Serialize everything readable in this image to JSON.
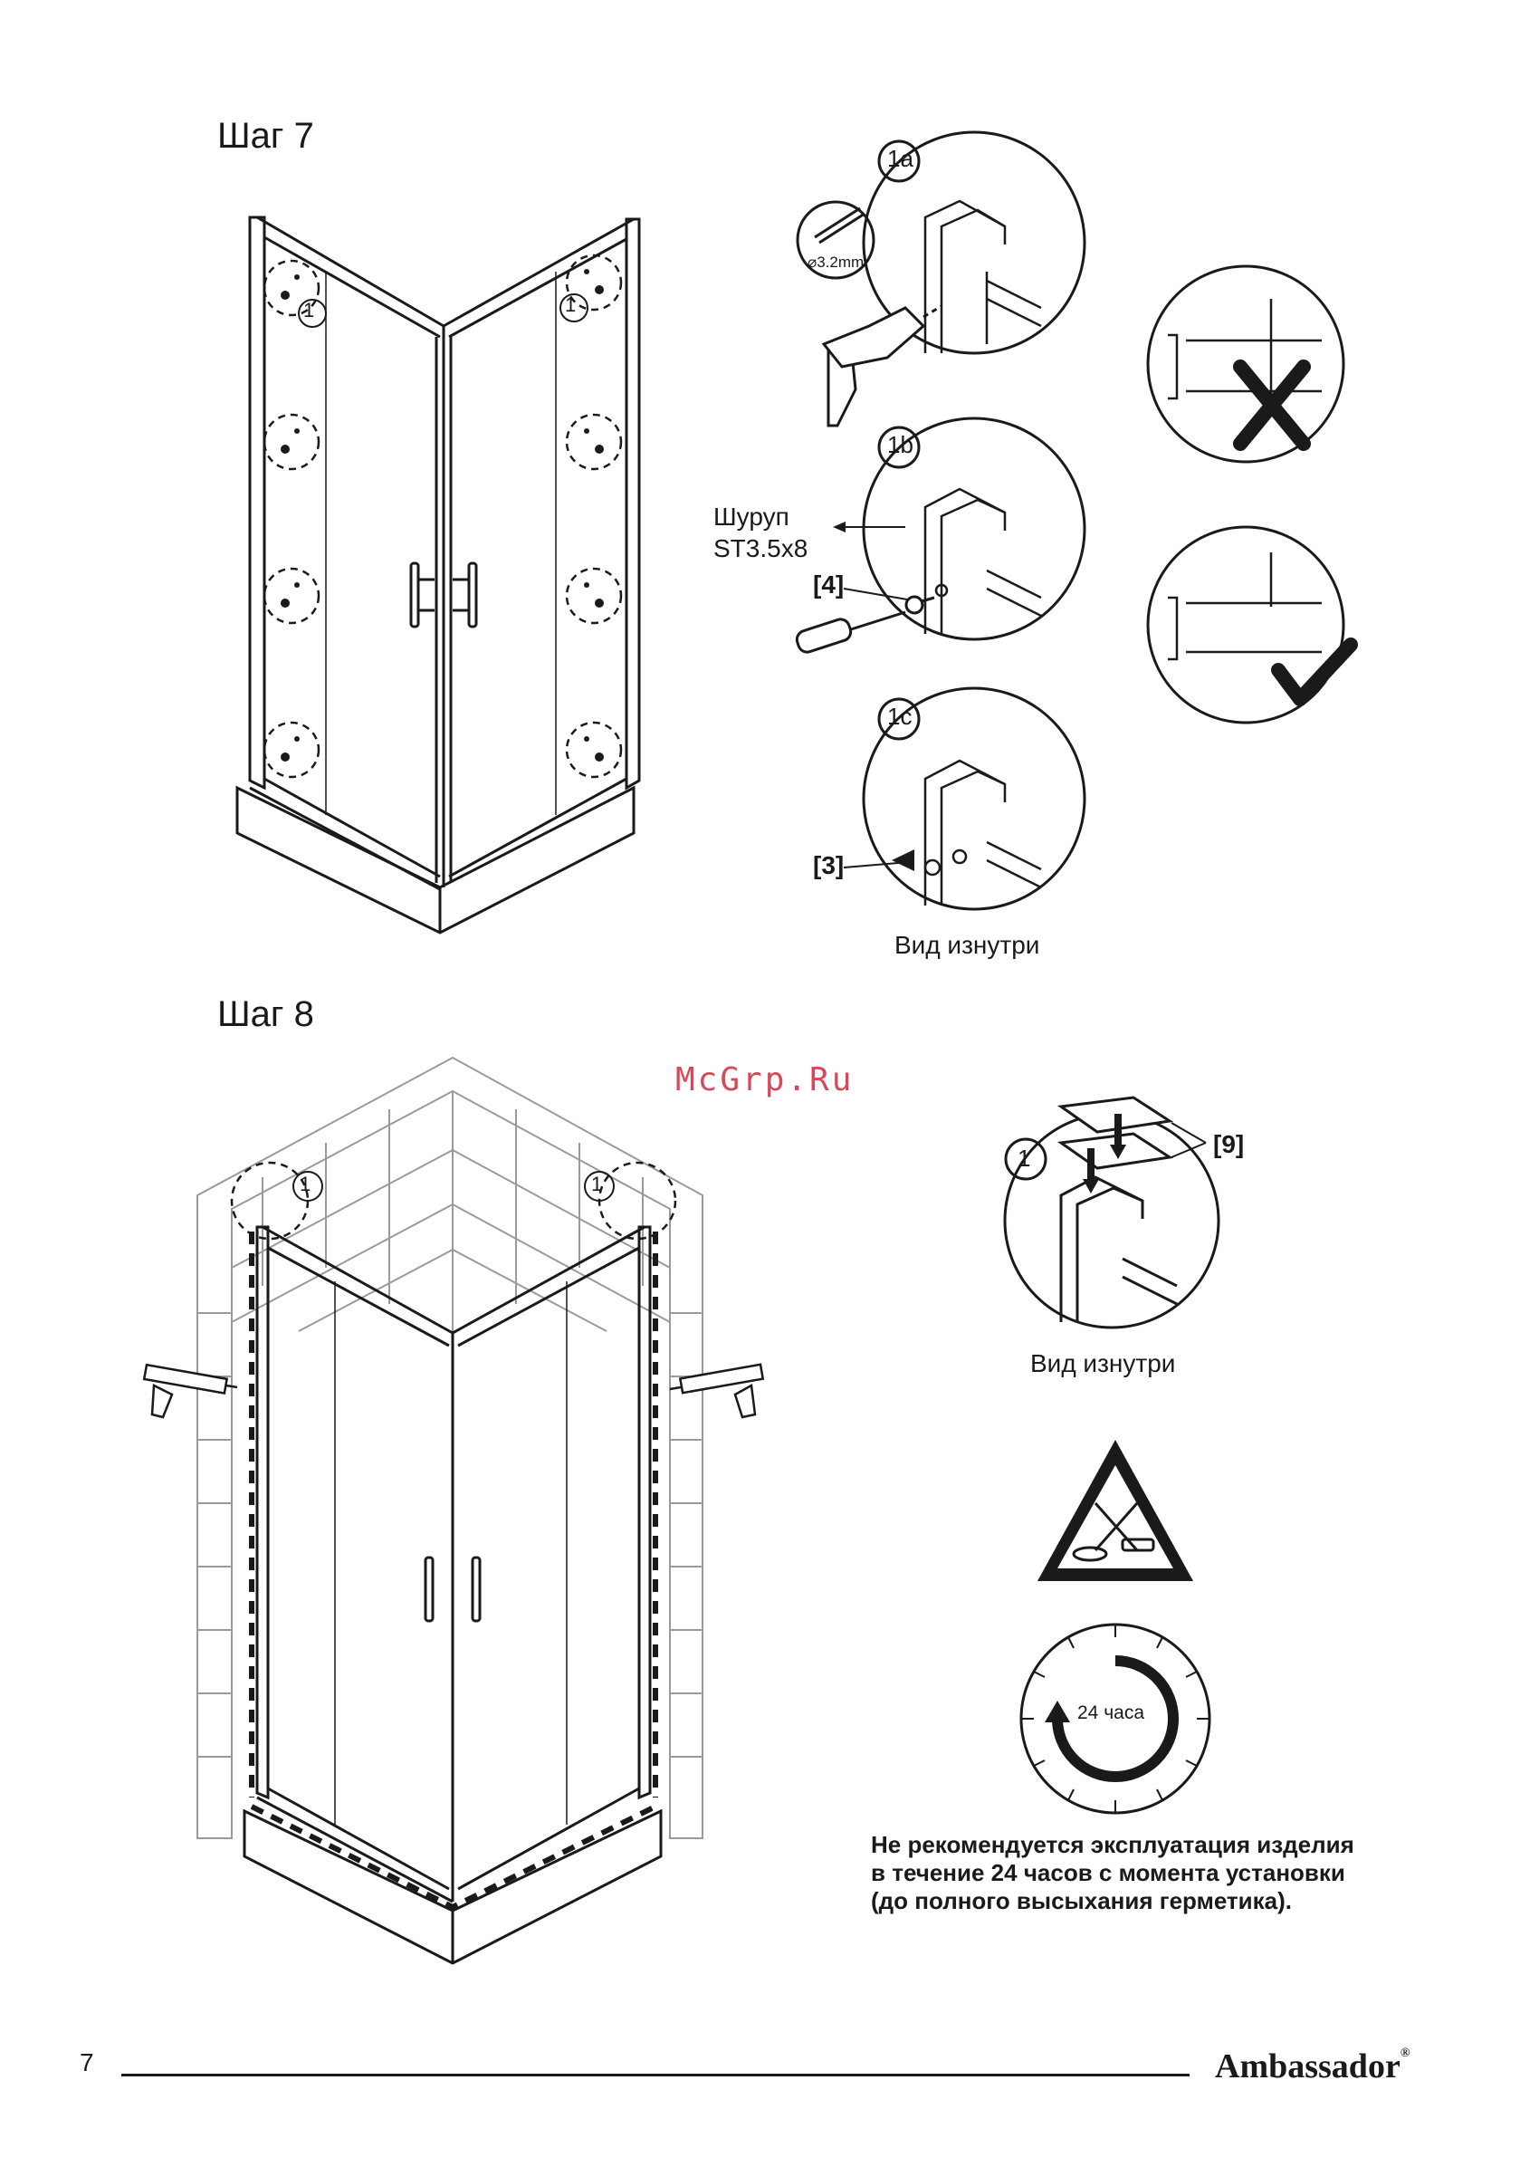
{
  "step7": {
    "title": "Шаг 7",
    "callouts": [
      "1a",
      "1b",
      "1c"
    ],
    "marker": "1",
    "drill_size": "⌀3.2mm",
    "screw_label_line1": "Шуруп",
    "screw_label_line2": "ST3.5x8",
    "part4": "[4]",
    "part3": "[3]",
    "inside_view": "Вид изнутри"
  },
  "step8": {
    "title": "Шаг 8",
    "marker": "1",
    "part9": "[9]",
    "inside_view": "Вид изнутри",
    "timer": "24 часа",
    "note_line1": "Не рекомендуется эксплуатация изделия",
    "note_line2": "в течение 24 часов с момента установки",
    "note_line3": "(до полного высыхания герметика)."
  },
  "watermark": "McGrp.Ru",
  "footer": {
    "page_number": "7",
    "brand": "Ambassador",
    "brand_mark": "®"
  },
  "icons": [
    "drill-bit-icon",
    "drill-icon",
    "screwdriver-icon",
    "sealant-gun-icon",
    "warning-triangle-icon",
    "wrong-cross-icon",
    "correct-check-icon",
    "clock-icon"
  ]
}
